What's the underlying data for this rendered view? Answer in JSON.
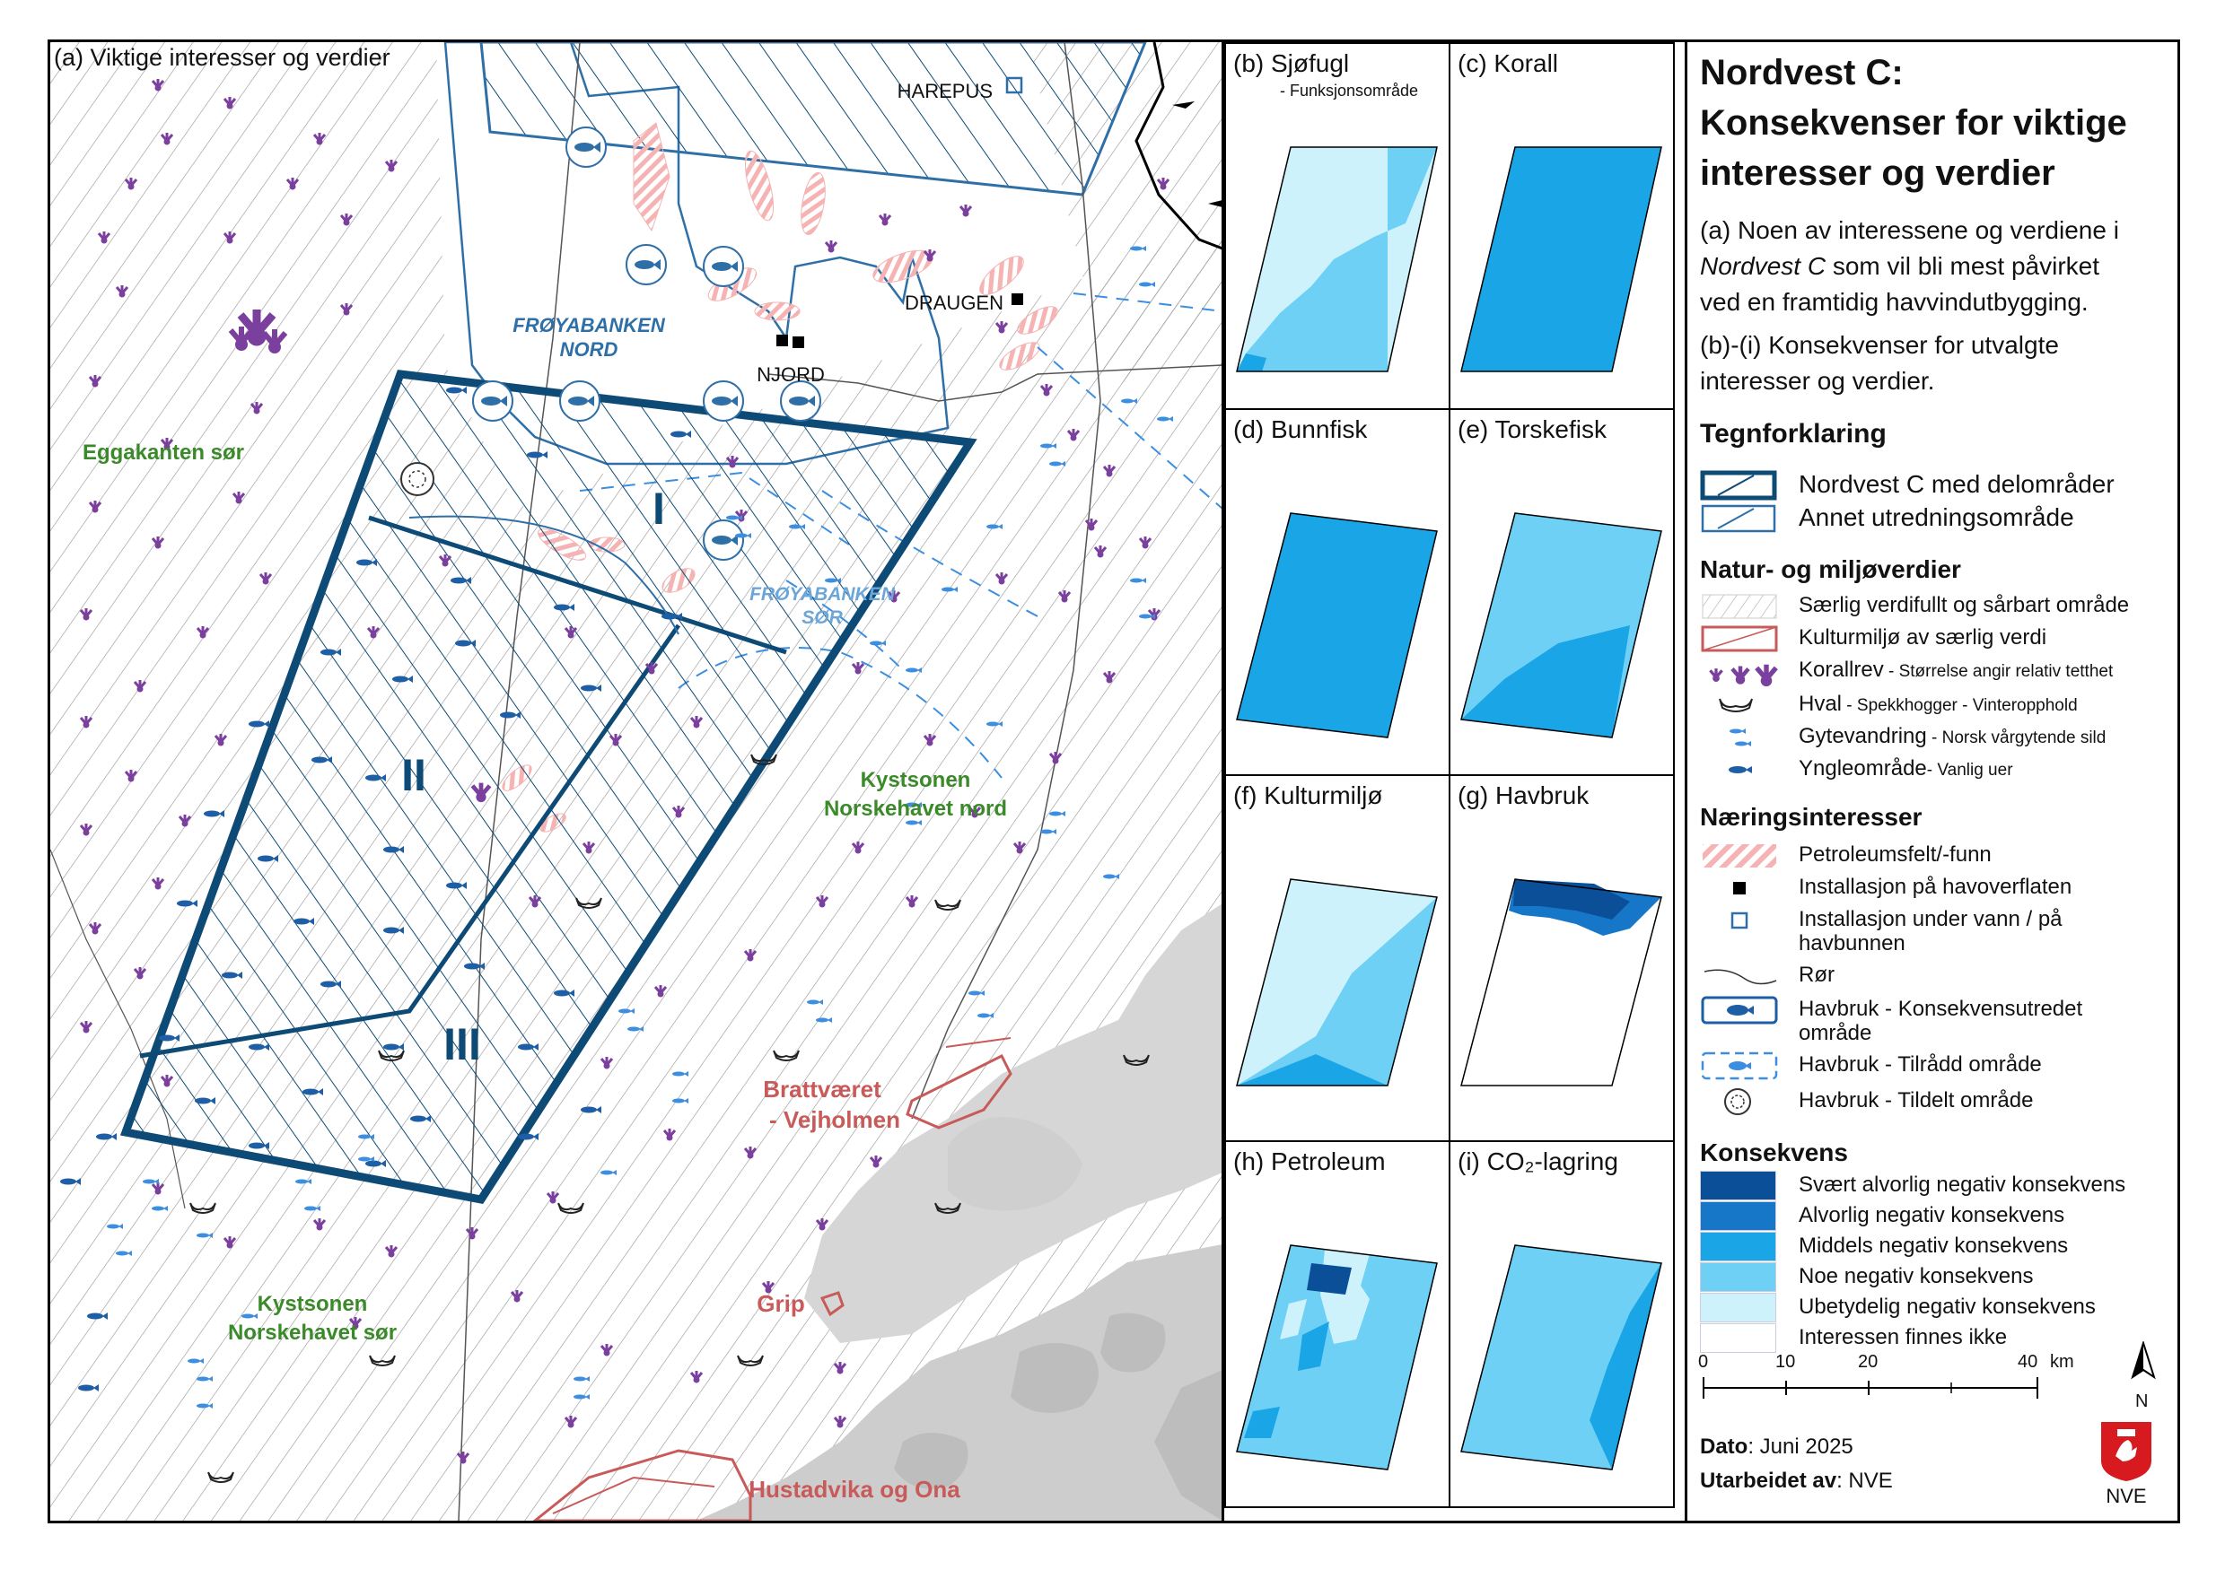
{
  "main_map": {
    "title": "(a) Viktige interesser og verdier",
    "labels": {
      "harepus": "HAREPUS",
      "draugen": "DRAUGEN",
      "njord": "NJORD",
      "froyabanken_nord_1": "FRØYABANKEN",
      "froyabanken_nord_2": "NORD",
      "froyabanken_sor_1": "FRØYABANKEN",
      "froyabanken_sor_2": "SØR",
      "eggakanten": "Eggakanten sør",
      "kystsonen_nord_1": "Kystsonen",
      "kystsonen_nord_2": "Norskehavet nord",
      "kystsonen_sor_1": "Kystsonen",
      "kystsonen_sor_2": "Norskehavet sør",
      "brattvaeret_1": "Brattværet",
      "brattvaeret_2": "- Vejholmen",
      "grip": "Grip",
      "hustadvika": "Hustadvika og Ona",
      "sub_i": "I",
      "sub_ii": "II",
      "sub_iii": "III"
    }
  },
  "panels": [
    {
      "id": "b",
      "title": "(b) Sjøfugl",
      "subtitle": "- Funksjonsområde"
    },
    {
      "id": "c",
      "title": "(c) Korall",
      "subtitle": ""
    },
    {
      "id": "d",
      "title": "(d) Bunnfisk",
      "subtitle": ""
    },
    {
      "id": "e",
      "title": "(e) Torskefisk",
      "subtitle": ""
    },
    {
      "id": "f",
      "title": "(f) Kulturmiljø",
      "subtitle": ""
    },
    {
      "id": "g",
      "title": "(g) Havbruk",
      "subtitle": ""
    },
    {
      "id": "h",
      "title": "(h) Petroleum",
      "subtitle": ""
    },
    {
      "id": "i",
      "title": "(i) CO₂-lagring",
      "subtitle": ""
    }
  ],
  "legend": {
    "title_line1": "Nordvest C:",
    "title_line2": "Konsekvenser for viktige",
    "title_line3": "interesser og verdier",
    "desc_a_1": "(a) Noen av interessene og verdiene i",
    "desc_a_2_italic": "Nordvest C",
    "desc_a_2_rest": " som vil bli mest påvirket",
    "desc_a_3": "ved en framtidig havvindutbygging.",
    "desc_b_1": "(b)-(i) Konsekvenser for utvalgte",
    "desc_b_2": "interesser og verdier.",
    "tegnforklaring": "Tegnforklaring",
    "nordvest_c": "Nordvest C med delområder",
    "annet": "Annet utredningsområde",
    "natur_heading": "Natur- og miljøverdier",
    "natur_items": [
      {
        "label": "Særlig verdifullt og sårbart område",
        "small": ""
      },
      {
        "label": "Kulturmiljø av særlig verdi",
        "small": ""
      },
      {
        "label": "Korallrev",
        "small": " - Størrelse angir relativ tetthet"
      },
      {
        "label": "Hval",
        "small": " - Spekkhogger - Vinteropphold"
      },
      {
        "label": "Gytevandring",
        "small": " - Norsk vårgytende sild"
      },
      {
        "label": "Yngleområde",
        "small": "- Vanlig uer"
      }
    ],
    "naering_heading": "Næringsinteresser",
    "naering_items": [
      {
        "label": "Petroleumsfelt/-funn"
      },
      {
        "label": "Installasjon på havoverflaten"
      },
      {
        "label": "Installasjon under vann / på",
        "label2": "havbunnen"
      },
      {
        "label": "Rør"
      },
      {
        "label": "Havbruk - Konsekvensutredet",
        "label2": "område"
      },
      {
        "label": "Havbruk - Tilrådd område"
      },
      {
        "label": "Havbruk - Tildelt område"
      }
    ],
    "konsekvens_heading": "Konsekvens",
    "konsekvens_items": [
      {
        "label": "Svært alvorlig negativ konsekvens",
        "color": "#0a4f97"
      },
      {
        "label": "Alvorlig negativ konsekvens",
        "color": "#1677c9"
      },
      {
        "label": "Middels negativ konsekvens",
        "color": "#1aa5e6"
      },
      {
        "label": "Noe negativ konsekvens",
        "color": "#6fd0f5"
      },
      {
        "label": "Ubetydelig negativ konsekvens",
        "color": "#cdf2fb"
      },
      {
        "label": "Interessen finnes ikke",
        "color": "#ffffff"
      }
    ],
    "scale": {
      "ticks": [
        "0",
        "10",
        "20",
        "40"
      ],
      "unit": "km"
    },
    "north": "N",
    "dato_label": "Dato",
    "dato_value": ": Juni 2025",
    "utarbeidet_label": "Utarbeidet av",
    "utarbeidet_value": ": NVE",
    "logo_text": "NVE"
  },
  "colors": {
    "nordvest_outline": "#0d4a75",
    "annet_outline": "#2f6fa8",
    "coral": "#7b3f9e",
    "culture_red": "#c85a5a",
    "label_green": "#3a8a2a",
    "label_blue": "#2f6fa8",
    "petroleum_pink": "#f5b3b3"
  }
}
